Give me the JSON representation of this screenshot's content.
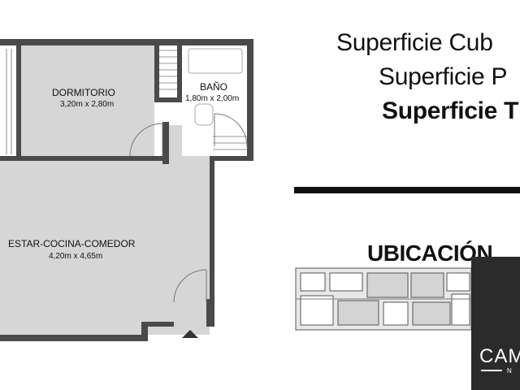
{
  "floor_plan": {
    "rooms": [
      {
        "id": "dormitorio",
        "name": "DORMITORIO",
        "dims": "3,20m x 2,80m"
      },
      {
        "id": "bano",
        "name": "BAÑO",
        "dims": "1,80m x 2,00m"
      },
      {
        "id": "estar",
        "name": "ESTAR-COCINA-COMEDOR",
        "dims": "4,20m x 4,65m"
      }
    ]
  },
  "areas": {
    "cubierta_label": "Superficie Cub",
    "propia_label": "Superficie P",
    "total_label": "Superficie T"
  },
  "location": {
    "heading": "UBICACIÓN"
  },
  "logo": {
    "text": "CAM",
    "subtext": "N"
  },
  "colors": {
    "wall": "#4a4a4a",
    "floor": "#d6d6d6",
    "accent": "#111111",
    "logo_bg": "#2b2b2b"
  }
}
